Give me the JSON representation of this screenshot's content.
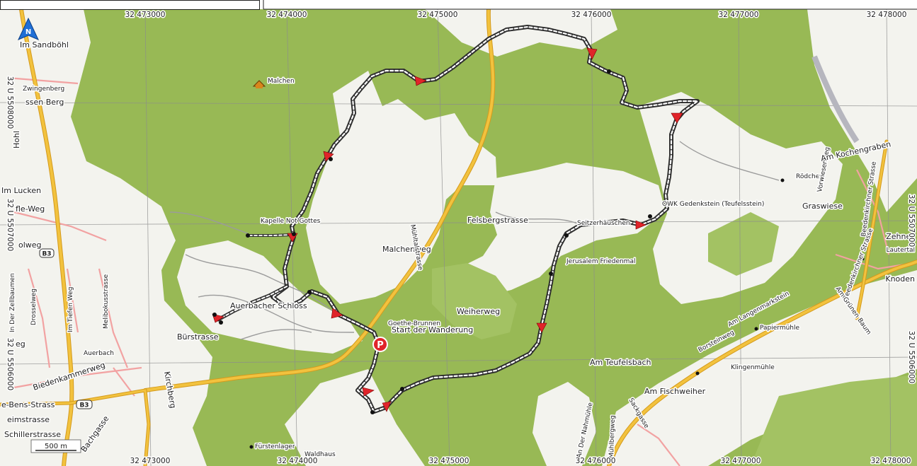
{
  "map": {
    "north_label": "N",
    "scale_label": "500 m",
    "parking_label": "P",
    "road_badges": {
      "b3_upper": "B3",
      "b3_lower": "B3"
    },
    "grid": {
      "top": [
        "32 473000",
        "32 474000",
        "32 475000",
        "32 476000",
        "32 477000",
        "32 478000"
      ],
      "bottom": [
        "32 473000",
        "32 474000",
        "32 475000",
        "32 476000",
        "32 477000",
        "32 478000"
      ],
      "left": [
        "32 U 5508000",
        "32 U 5507000",
        "32 U 5506000"
      ],
      "right": [
        "32 U 5507000",
        "32 U 5506000"
      ]
    },
    "labels": {
      "im_sandboehl": "Im Sandböhl",
      "zwingenberg": "Zwingenberg",
      "ssen_berg": "ssen Berg",
      "hohl": "Hohl",
      "malchen": "Malchen",
      "im_lucken": "Im Lucken",
      "fle_weg": "fle-Weg",
      "olweg": "olweg",
      "zellbaumen": "In Der Zellbaumen",
      "drosselweg": "Drosselweg",
      "im_tiefen_weg": "Im Tiefen Weg",
      "melibokusstrasse": "Melibokusstrasse",
      "eg": "eg",
      "auerbach": "Auerbach",
      "biedenkammerweg": "Biedenkammerweg",
      "bens_strass": "e-Bens-Strass",
      "eimstrasse": "eimstrasse",
      "schillerstrasse": "Schillerstrasse",
      "bachgasse": "Bachgasse",
      "kirchberg": "Kirchberg",
      "buerstrasse": "Bürstrasse",
      "auerbacher_schloss": "Auerbacher Schloss",
      "kapelle": "Kapelle Not Gottes",
      "malchenweg": "Malchenweg",
      "muehltalstrasse": "Mühltalstrasse",
      "goethe_brunnen": "Goethe-Brunnen",
      "start": "Start der Wanderung",
      "weiherweg": "Weiherweg",
      "felsbergstrasse": "Felsbergstrasse",
      "seitzerhaeuschen": "Seitzerhäuschen",
      "jerusalem": "Jerusalem Friedenmal",
      "owk": "OWK Gedenkstein (Teufelsstein)",
      "graswiese": "Graswiese",
      "roedchen": "Rödchen",
      "vorwiesenweg": "Vorwiesenweg",
      "kochengraben": "Am Kochengraben",
      "beedenkirchner_upper": "Beedenkirchner Strasse",
      "beedenkirchner_lower": "Beedenkirchner Strasse",
      "zehnes": "Zehnes",
      "lautertal": "Lautertal",
      "knoden": "Knoden",
      "gruenen_baum": "Am Grünen Baum",
      "langenmarkstein": "Am Langenmarkstein",
      "borsteinweg": "Borsteinweg",
      "papiermuehle": "Papiermühle",
      "klingenmuehle": "Klingenmühle",
      "teufelsbach": "Am Teufelsbach",
      "fischweiher": "Am Fischweiher",
      "nahmuehle": "An Der Nahmühle",
      "muehlbergweg": "Mühlbergweg",
      "sackgasse": "Sackgasse",
      "fuerstenlager": "Fürstenlager",
      "waldhaus": "Waldhaus"
    },
    "colors": {
      "forest": "#98b955",
      "clearing": "#f3f3ee",
      "main_road": "#f2c23e",
      "route": "#2e2e2e",
      "direction_marker": "#e0242a",
      "north_arrow": "#1f6fd6"
    }
  }
}
